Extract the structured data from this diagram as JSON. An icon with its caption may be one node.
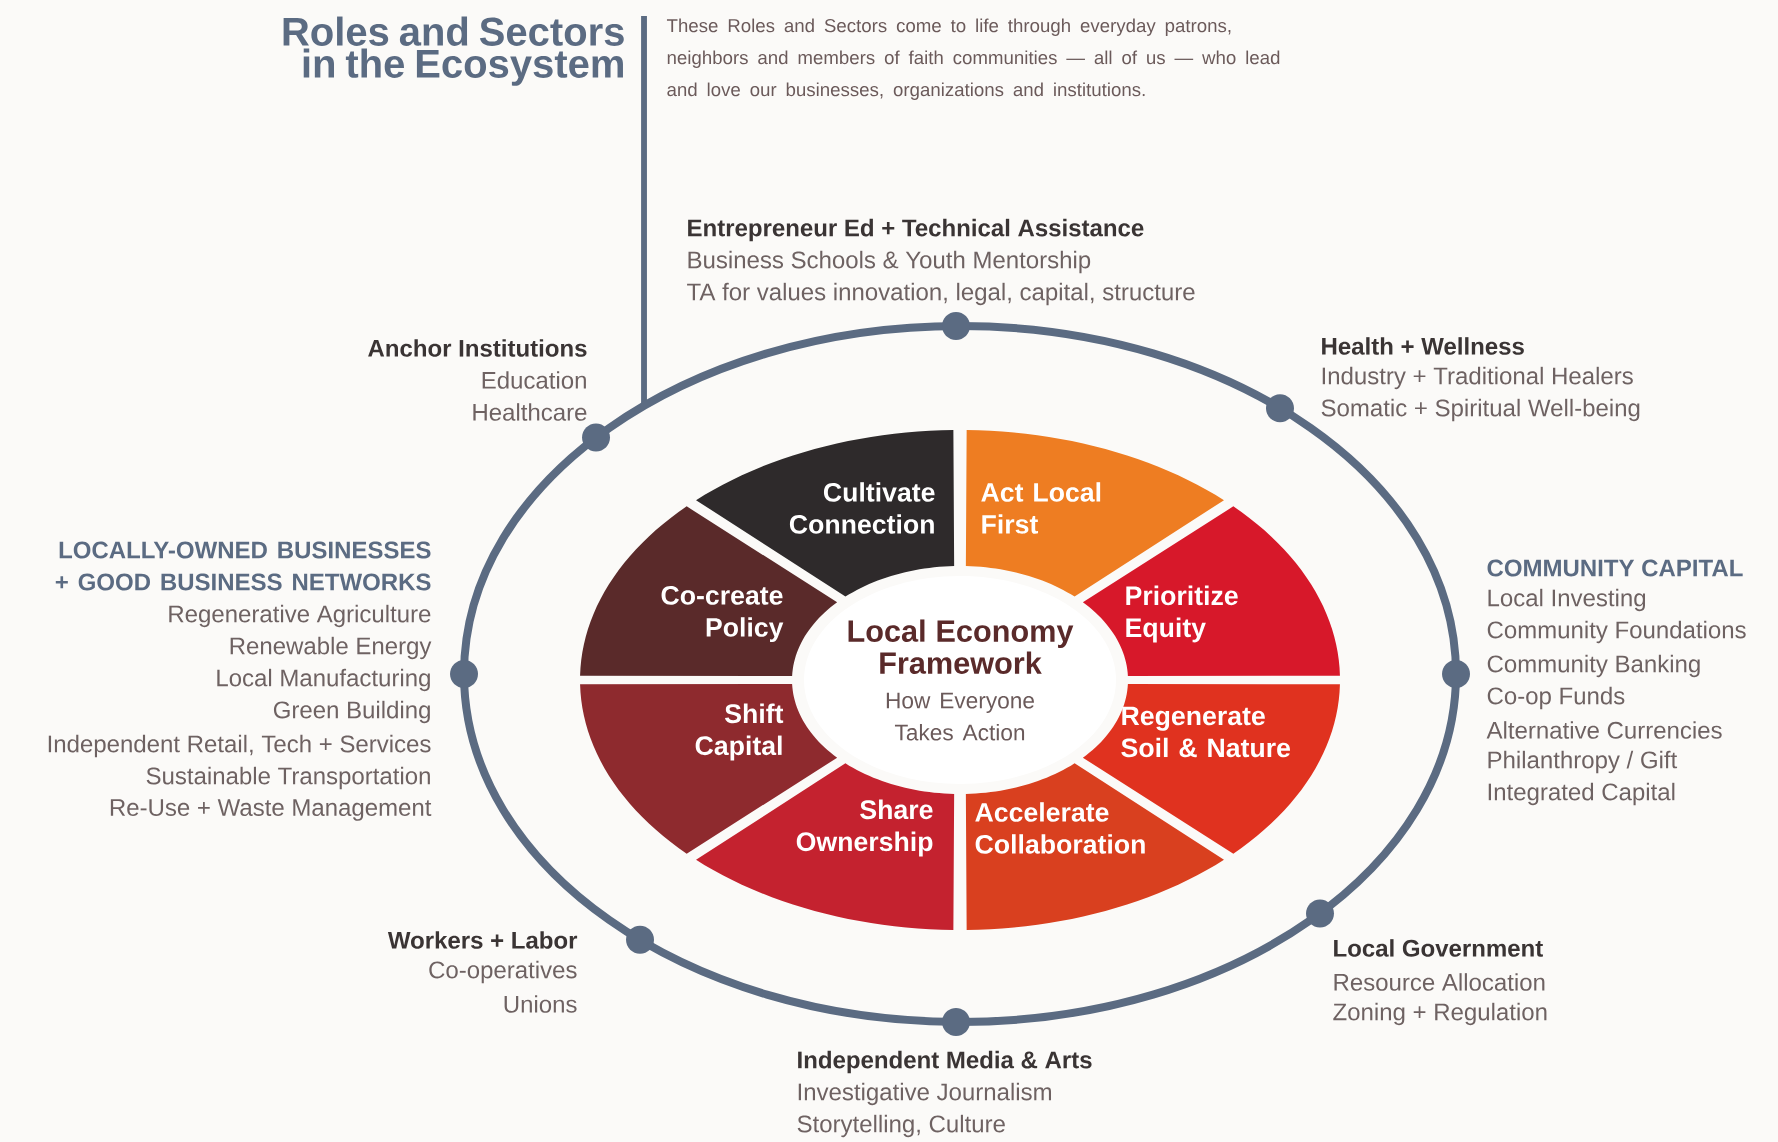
{
  "diagram": {
    "title": "Roles and Sectors in the Ecosystem",
    "nodes": [
      {
        "text": [
          "Local Economy Framework",
          "How Everyone Takes Action"
        ]
      },
      {
        "text": [
          "Cultivate Connection"
        ]
      },
      {
        "text": [
          "Act Local First"
        ]
      },
      {
        "text": [
          "Co-create Policy"
        ]
      },
      {
        "text": [
          "Prioritize Equity"
        ]
      },
      {
        "text": [
          "Shift Capital"
        ]
      },
      {
        "text": [
          "Regenerate Soil & Nature"
        ]
      },
      {
        "text": [
          "Share Ownership"
        ]
      },
      {
        "text": [
          "Accelerate Collaboration"
        ]
      }
    ],
    "labels": [
      "These Roles and Sectors come to life through everyday patrons, neighbors and members of faith communities — all of us — who lead and love our businesses, organizations and institutions.",
      "Entrepreneur Ed + Technical Assistance",
      "Business Schools & Youth Mentorship",
      "TA for values innovation, legal, capital, structure",
      "Anchor Institutions",
      "Education",
      "Healthcare",
      "Health + Wellness",
      "Industry + Traditional Healers",
      "Somatic + Spiritual Well-being",
      "LOCALLY-OWNED BUSINESSES + GOOD BUSINESS NETWORKS",
      "Regenerative Agriculture",
      "Renewable Energy",
      "Local Manufacturing",
      "Green Building",
      "Independent Retail, Tech + Services",
      "Sustainable Transportation",
      "Re-Use + Waste Management",
      "COMMUNITY CAPITAL",
      "Local Investing",
      "Community Foundations",
      "Community Banking",
      "Co-op Funds",
      "Alternative Currencies",
      "Philanthropy / Gift",
      "Integrated Capital",
      "Workers + Labor",
      "Co-operatives",
      "Unions",
      "Local Government",
      "Resource Allocation",
      "Zoning + Regulation",
      "Independent Media & Arts",
      "Investigative Journalism",
      "Storytelling, Culture"
    ]
  }
}
